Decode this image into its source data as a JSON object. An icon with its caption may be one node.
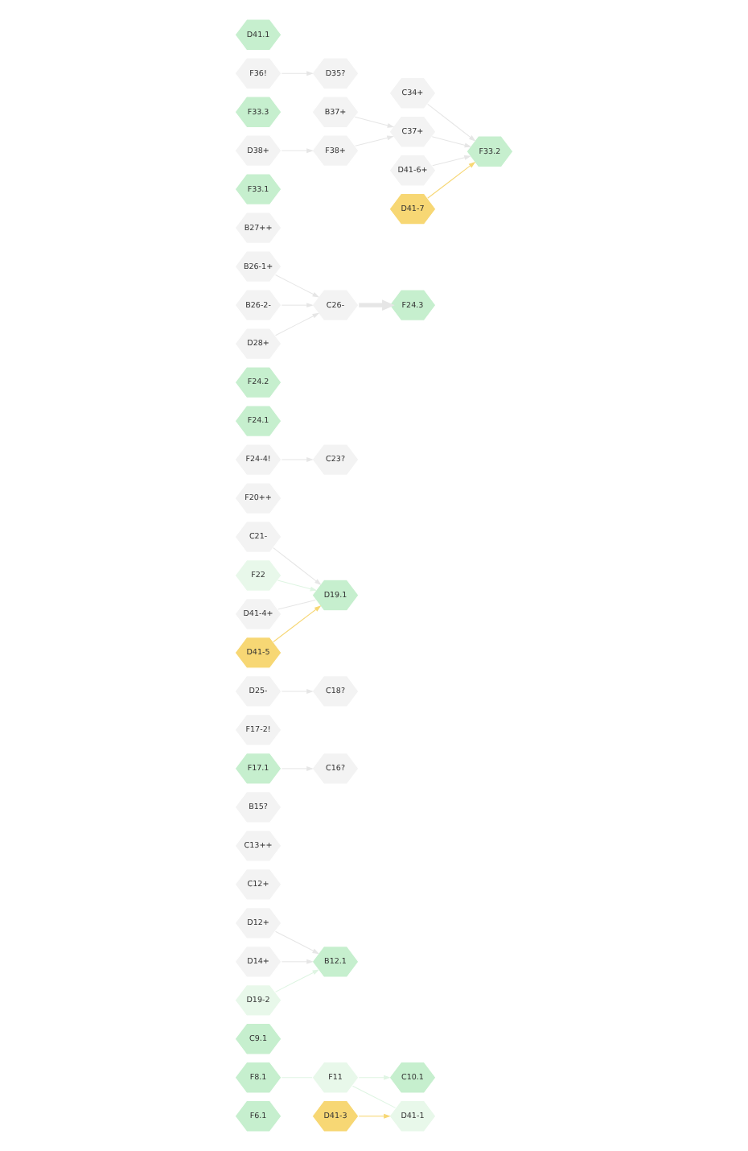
{
  "diagram": {
    "nodes": [
      {
        "text": [
          "F6.1"
        ]
      },
      {
        "text": [
          "F8.1"
        ]
      },
      {
        "text": [
          "C9.1"
        ]
      },
      {
        "text": [
          "C10.1"
        ]
      },
      {
        "text": [
          "F11"
        ]
      },
      {
        "text": [
          "B12.1"
        ]
      },
      {
        "text": [
          "C12+"
        ]
      },
      {
        "text": [
          "D12+"
        ]
      },
      {
        "text": [
          "C13++"
        ]
      },
      {
        "text": [
          "D14+"
        ]
      },
      {
        "text": [
          "B15?"
        ]
      },
      {
        "text": [
          "C16?"
        ]
      },
      {
        "text": [
          "F17.1"
        ]
      },
      {
        "text": [
          "F17-2!"
        ]
      },
      {
        "text": [
          "C18?"
        ]
      },
      {
        "text": [
          "D19.1"
        ]
      },
      {
        "text": [
          "D19-2"
        ]
      },
      {
        "text": [
          "F20++"
        ]
      },
      {
        "text": [
          "C21-"
        ]
      },
      {
        "text": [
          "F22"
        ]
      },
      {
        "text": [
          "C23?"
        ]
      },
      {
        "text": [
          "F24.1"
        ]
      },
      {
        "text": [
          "F24.2"
        ]
      },
      {
        "text": [
          "F24.3"
        ]
      },
      {
        "text": [
          "F24-4!"
        ]
      },
      {
        "text": [
          "D25-"
        ]
      },
      {
        "text": [
          "B26-1+"
        ]
      },
      {
        "text": [
          "B26-2-"
        ]
      },
      {
        "text": [
          "C26-"
        ]
      },
      {
        "text": [
          "B27++"
        ]
      },
      {
        "text": [
          "D28+"
        ]
      },
      {
        "text": [
          "F33.1"
        ]
      },
      {
        "text": [
          "F33.2"
        ]
      },
      {
        "text": [
          "F33.3"
        ]
      },
      {
        "text": [
          "C34+"
        ]
      },
      {
        "text": [
          "D35?"
        ]
      },
      {
        "text": [
          "F36!"
        ]
      },
      {
        "text": [
          "B37+"
        ]
      },
      {
        "text": [
          "C37+"
        ]
      },
      {
        "text": [
          "D38+"
        ]
      },
      {
        "text": [
          "F38+"
        ]
      },
      {
        "text": [
          "D41-1"
        ]
      },
      {
        "text": [
          "D41.1"
        ]
      },
      {
        "text": [
          "D41-3"
        ]
      },
      {
        "text": [
          "D41-4+"
        ]
      },
      {
        "text": [
          "D41-5"
        ]
      },
      {
        "text": [
          "D41-6+"
        ]
      },
      {
        "text": [
          "D41-7"
        ]
      }
    ],
    "edges": [
      {
        "from": 1,
        "to": 4,
        "arrow": "none",
        "color": "#dff5e3"
      },
      {
        "from": 4,
        "to": 3,
        "arrow": "to",
        "color": "#dff5e3"
      },
      {
        "from": 4,
        "to": 41,
        "arrow": "none",
        "color": "#dff5e3"
      },
      {
        "from": 7,
        "to": 5,
        "arrow": "to"
      },
      {
        "from": 9,
        "to": 5,
        "arrow": "to"
      },
      {
        "from": 16,
        "to": 5,
        "arrow": "to",
        "color": "#dff5e3"
      },
      {
        "from": 12,
        "to": 11,
        "arrow": "to"
      },
      {
        "from": 25,
        "to": 14,
        "arrow": "to"
      },
      {
        "from": 18,
        "to": 15,
        "arrow": "to"
      },
      {
        "from": 19,
        "to": 15,
        "arrow": "to",
        "color": "#dff5e3"
      },
      {
        "from": 24,
        "to": 20,
        "arrow": "to"
      },
      {
        "from": 28,
        "to": 23,
        "arrow": "to",
        "style": "thick"
      },
      {
        "from": 26,
        "to": 28,
        "arrow": "to"
      },
      {
        "from": 27,
        "to": 28,
        "arrow": "to"
      },
      {
        "from": 30,
        "to": 28,
        "arrow": "to"
      },
      {
        "from": 45,
        "to": 15,
        "arrow": "to",
        "color": "#f7d774"
      },
      {
        "from": 44,
        "to": 15,
        "arrow": "none"
      },
      {
        "from": 34,
        "to": 32,
        "arrow": "to"
      },
      {
        "from": 38,
        "to": 32,
        "arrow": "to"
      },
      {
        "from": 36,
        "to": 35,
        "arrow": "to"
      },
      {
        "from": 37,
        "to": 38,
        "arrow": "to"
      },
      {
        "from": 40,
        "to": 38,
        "arrow": "to"
      },
      {
        "from": 39,
        "to": 40,
        "arrow": "to"
      },
      {
        "from": 43,
        "to": 41,
        "arrow": "to",
        "color": "#f7d774"
      },
      {
        "from": 47,
        "to": 32,
        "arrow": "to",
        "color": "#f7d774"
      },
      {
        "from": 46,
        "to": 32,
        "arrow": "to"
      }
    ]
  }
}
